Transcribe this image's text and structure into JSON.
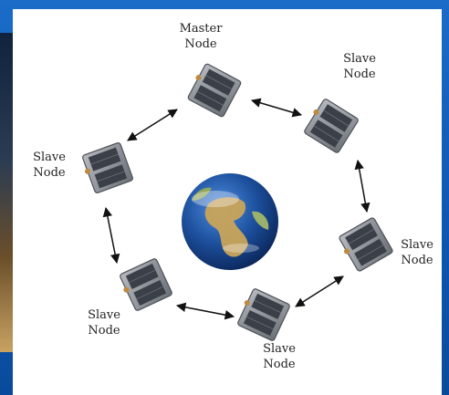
{
  "diagram": {
    "colors": {
      "background": "#0e58b4",
      "panel": "#ffffff",
      "arrow": "#111111",
      "satellite_body": "#8a8f96",
      "solar_panel": "#3b3f48",
      "ocean": "#1c4f9c",
      "land": "#c9a45a"
    },
    "center": {
      "name": "earth"
    },
    "nodes": [
      {
        "id": "master",
        "line1": "Master",
        "line2": "Node"
      },
      {
        "id": "slave-top-right",
        "line1": "Slave",
        "line2": "Node"
      },
      {
        "id": "slave-right",
        "line1": "Slave",
        "line2": "Node"
      },
      {
        "id": "slave-bottom-right",
        "line1": "Slave",
        "line2": "Node"
      },
      {
        "id": "slave-bottom-left",
        "line1": "Slave",
        "line2": "Node"
      },
      {
        "id": "slave-left",
        "line1": "Slave",
        "line2": "Node"
      }
    ],
    "links": [
      [
        "master",
        "slave-top-right"
      ],
      [
        "slave-top-right",
        "slave-right"
      ],
      [
        "slave-right",
        "slave-bottom-right"
      ],
      [
        "slave-bottom-right",
        "slave-bottom-left"
      ],
      [
        "slave-bottom-left",
        "slave-left"
      ],
      [
        "slave-left",
        "master"
      ]
    ]
  }
}
